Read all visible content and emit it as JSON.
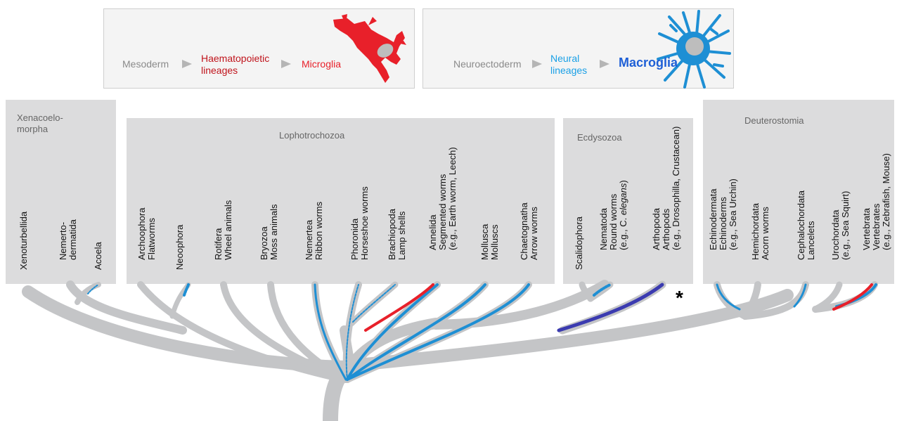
{
  "legend": {
    "left": {
      "origin": "Mesoderm",
      "intermediate_line1": "Haematopoietic",
      "intermediate_line2": "lineages",
      "result": "Microglia",
      "intermediate_color": "#c0141c",
      "result_color": "#e8202a"
    },
    "right": {
      "origin": "Neuroectoderm",
      "intermediate_line1": "Neural",
      "intermediate_line2": "lineages",
      "result": "Macroglia",
      "intermediate_color": "#1aa0e6",
      "result_color": "#1e5fd6"
    }
  },
  "groups": {
    "xenacoelomorpha": {
      "title_line1": "Xenacoelo-",
      "title_line2": "morpha"
    },
    "lophotrochozoa": {
      "title": "Lophotrochozoa"
    },
    "ecdysozoa": {
      "title": "Ecdysozoa"
    },
    "deuterostomia": {
      "title": "Deuterostomia"
    }
  },
  "taxa": [
    {
      "line1": "Xenoturbellida"
    },
    {
      "line1": "Nemerto-",
      "line2": "dermatida"
    },
    {
      "line1": "Acoela"
    },
    {
      "line1": "Archoophora",
      "line2": "Flatworms"
    },
    {
      "line1": "Neoophora"
    },
    {
      "line1": "Rotifera",
      "line2": "Wheel animals"
    },
    {
      "line1": "Bryozoa",
      "line2": "Moss animals"
    },
    {
      "line1": "Nemertea",
      "line2": "Ribbon worms"
    },
    {
      "line1": "Phoronida",
      "line2": "Horseshoe worms"
    },
    {
      "line1": "Brachiopoda",
      "line2": "Lamp shells"
    },
    {
      "line1": "Annelida",
      "line2": "Segmented worms",
      "line3": "(e.g., Earth worm, Leech)"
    },
    {
      "line1": "Mollusca",
      "line2": "Molluscs"
    },
    {
      "line1": "Chaetognatha",
      "line2": "Arrow worms"
    },
    {
      "line1": "Scalidophora"
    },
    {
      "line1": "Nematoda",
      "line2": "Round worms",
      "line3a": "(e.g., C. ",
      "line3b": "elegans",
      "line3c": ")"
    },
    {
      "line1": "Arthopoda",
      "line2": "Arthopods",
      "line3": "(e.g., Drosophilla, Crustacean)"
    },
    {
      "line1": "Echinodermata",
      "line2": "Echinoderms",
      "line3": "(e.g., Sea Urchin)"
    },
    {
      "line1": "Hemichordata",
      "line2": "Acorn worms"
    },
    {
      "line1": "Cephalochordata",
      "line2": "Lancelets"
    },
    {
      "line1": "Urochordata",
      "line2": "(e.g., Sea Squirt)"
    },
    {
      "line1": "Vertebrata",
      "line2": "Vertebrates",
      "line3": "(e.g., Zebrafish, Mouse)"
    }
  ],
  "annotation": {
    "star": "*"
  },
  "colors": {
    "branch_gray": "#c4c5c7",
    "neural_blue": "#1e8fd4",
    "microglia_red": "#e8202a",
    "arthropod_purple": "#3b3bb0",
    "group_box": "#dcdcdd"
  }
}
